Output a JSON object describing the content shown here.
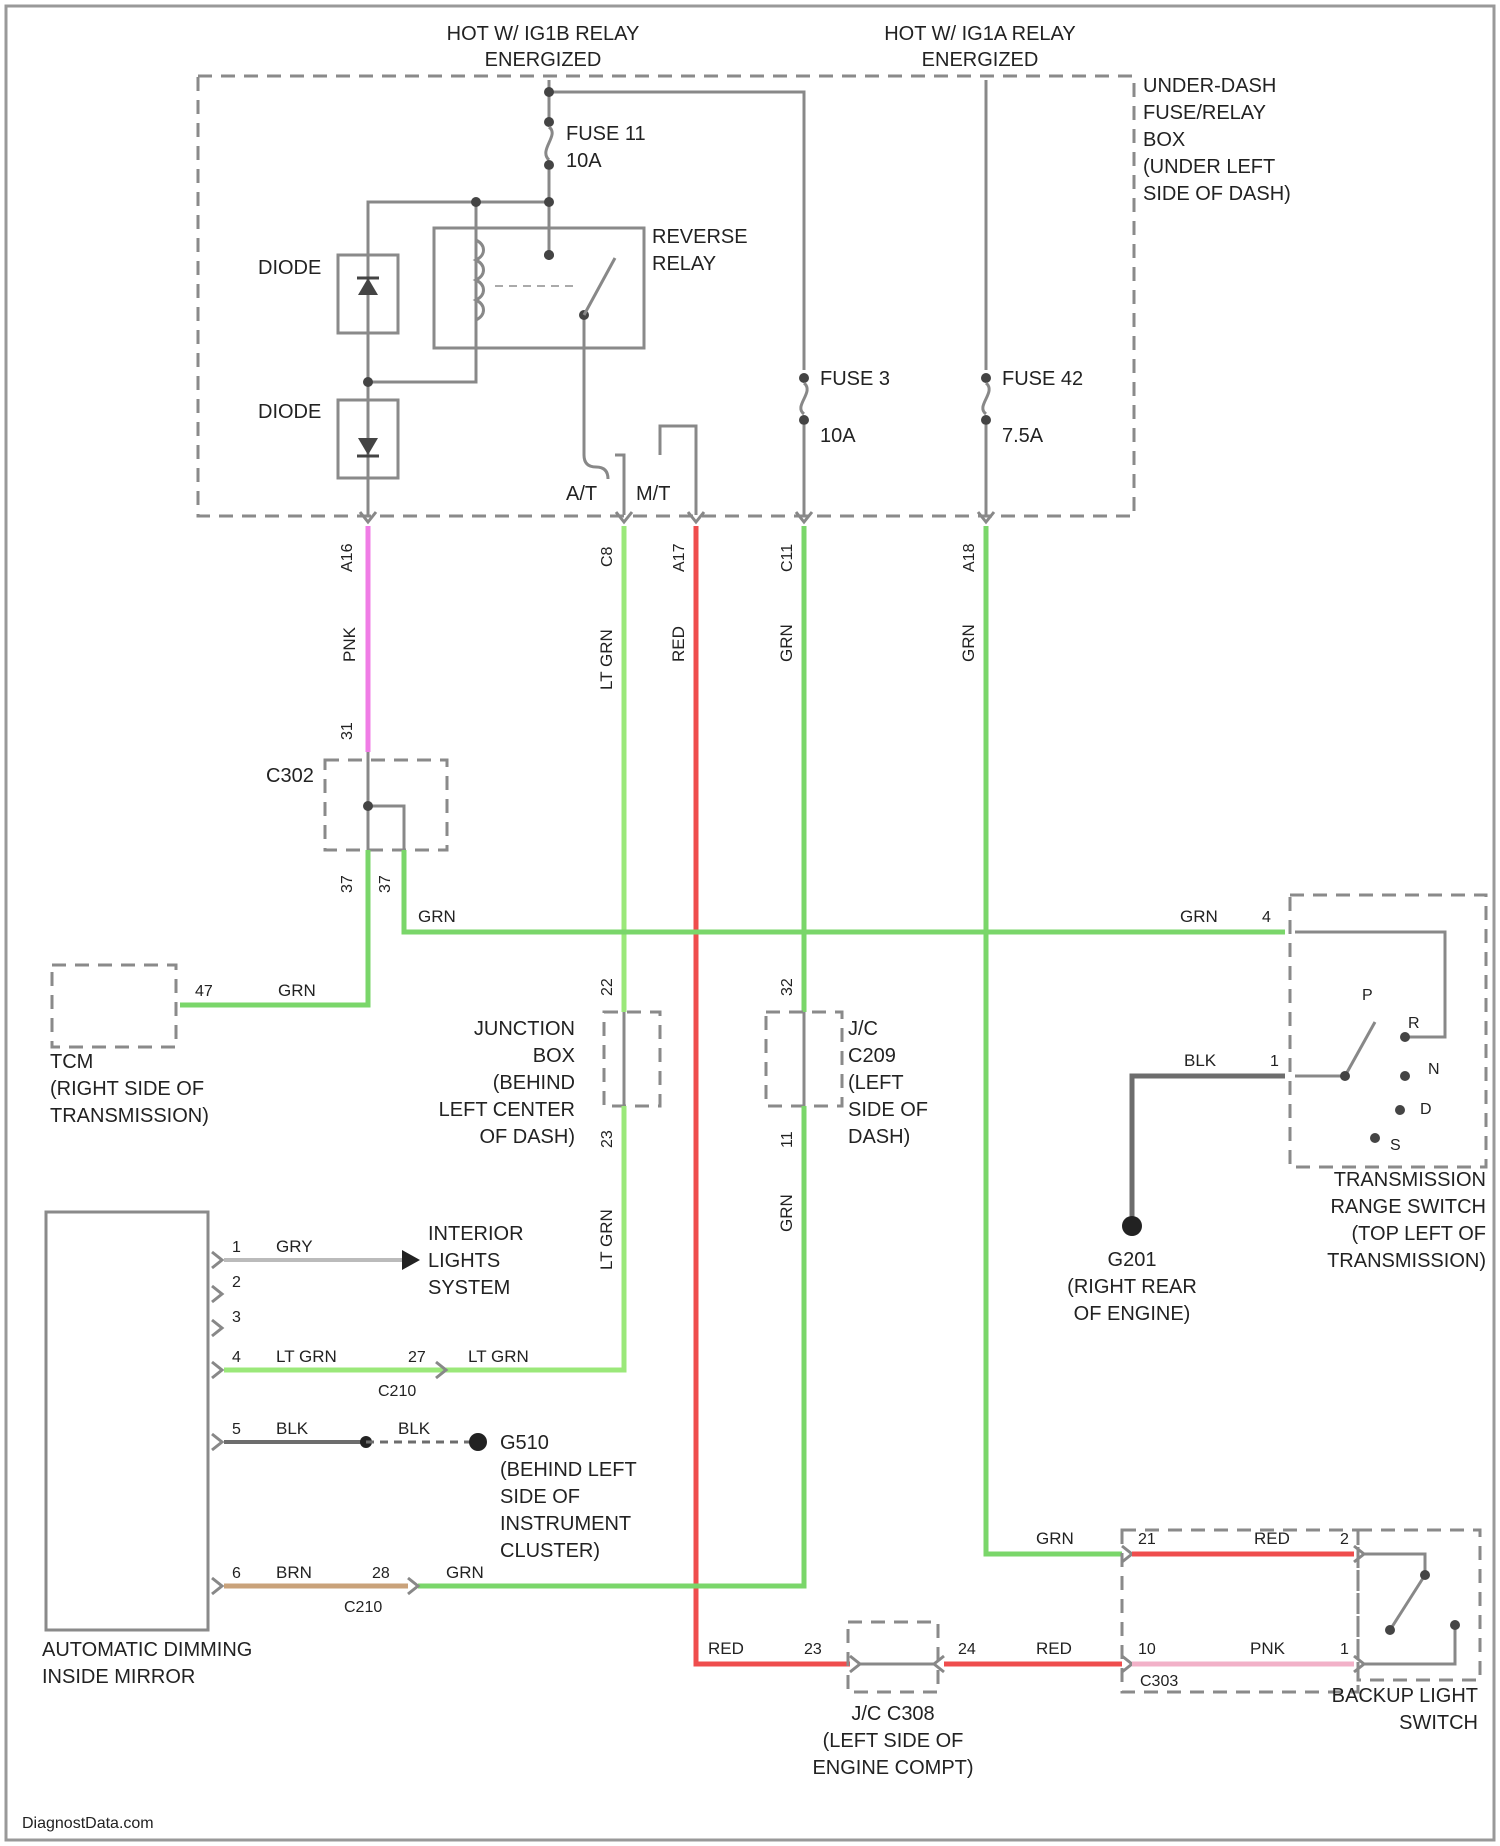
{
  "header": {
    "relay_b_line1": "HOT W/ IG1B RELAY",
    "relay_b_line2": "ENERGIZED",
    "relay_a_line1": "HOT W/ IG1A RELAY",
    "relay_a_line2": "ENERGIZED"
  },
  "fuse_box": {
    "line1": "UNDER-DASH",
    "line2": "FUSE/RELAY",
    "line3": "BOX",
    "line4": "(UNDER LEFT",
    "line5": "SIDE OF DASH)",
    "fuse11": "FUSE 11",
    "fuse11_amp": "10A",
    "fuse3": "FUSE 3",
    "fuse3_amp": "10A",
    "fuse42": "FUSE 42",
    "fuse42_amp": "7.5A",
    "relay_line1": "REVERSE",
    "relay_line2": "RELAY",
    "diode_top": "DIODE",
    "diode_bottom": "DIODE",
    "at": "A/T",
    "mt": "M/T"
  },
  "pins": {
    "p_a16": "A16",
    "p_c8": "C8",
    "p_a17": "A17",
    "p_c11": "C11",
    "p_a18": "A18",
    "c302": "C302",
    "c302_top": "31",
    "c302_a": "37",
    "c302_b": "37",
    "jb_top": "22",
    "jb_bot": "23",
    "jc_top": "32",
    "jc_bot": "11",
    "tcm_pin": "47",
    "trs_4": "4",
    "trs_1": "1",
    "mirror_1": "1",
    "mirror_2": "2",
    "mirror_3": "3",
    "mirror_4": "4",
    "mirror_5": "5",
    "mirror_6": "6",
    "c210_a": "27",
    "c210_b": "28",
    "c320_a": "23",
    "c320_b": "24",
    "c303_a": "21",
    "c303_b": "10",
    "bls_2": "2",
    "bls_1": "1"
  },
  "wires": {
    "pnk": "PNK",
    "ltgrn_top": "LT GRN",
    "red_top": "RED",
    "grn_c11": "GRN",
    "grn_a18": "GRN",
    "grn_h_left": "GRN",
    "grn_h_right": "GRN",
    "grn_tcm": "GRN",
    "ltgrn_mid": "LT GRN",
    "grn_mid": "GRN",
    "blk_trs": "BLK",
    "gry": "GRY",
    "ltgrn_m1": "LT GRN",
    "ltgrn_m2": "LT GRN",
    "blk_m1": "BLK",
    "blk_m2": "BLK",
    "brn": "BRN",
    "grn_c210": "GRN",
    "red_bot1": "RED",
    "red_bot2": "RED",
    "grn_c303": "GRN",
    "red_c303": "RED",
    "pnk_c303": "PNK"
  },
  "components": {
    "c302_label": "C302",
    "tcm_line1": "TCM",
    "tcm_line2": "(RIGHT SIDE OF",
    "tcm_line3": "TRANSMISSION)",
    "jb_line1": "JUNCTION",
    "jb_line2": "BOX",
    "jb_line3": "(BEHIND",
    "jb_line4": "LEFT CENTER",
    "jb_line5": "OF DASH)",
    "jc_line1": "J/C",
    "jc_line2": "C209",
    "jc_line3": "(LEFT",
    "jc_line4": "SIDE OF",
    "jc_line5": "DASH)",
    "trs_line1": "TRANSMISSION",
    "trs_line2": "RANGE SWITCH",
    "trs_line3": "(TOP LEFT OF",
    "trs_line4": "TRANSMISSION)",
    "trs_p": "P",
    "trs_r": "R",
    "trs_n": "N",
    "trs_d": "D",
    "trs_s": "S",
    "g201_line1": "G201",
    "g201_line2": "(RIGHT REAR",
    "g201_line3": "OF ENGINE)",
    "ils_line1": "INTERIOR",
    "ils_line2": "LIGHTS",
    "ils_line3": "SYSTEM",
    "g510_line1": "G510",
    "g510_line2": "(BEHIND LEFT",
    "g510_line3": "SIDE OF",
    "g510_line4": "INSTRUMENT",
    "g510_line5": "CLUSTER)",
    "c210": "C210",
    "c210b": "C210",
    "mirror_line1": "AUTOMATIC DIMMING",
    "mirror_line2": "INSIDE MIRROR",
    "jc2_line1": "J/C C308",
    "jc2_line2": "(LEFT SIDE OF",
    "jc2_line3": "ENGINE COMPT)",
    "c303": "C303",
    "bls_line1": "BACKUP LIGHT",
    "bls_line2": "SWITCH"
  },
  "footer": {
    "watermark": "DiagnostData.com"
  },
  "colors": {
    "green": "#7ad66a",
    "ltgreen": "#9be87a",
    "red": "#ef4d4d",
    "pink": "#f07de6",
    "ltpink": "#f2b1c8",
    "brown": "#c9a27a",
    "grey": "#8a8a8a"
  }
}
